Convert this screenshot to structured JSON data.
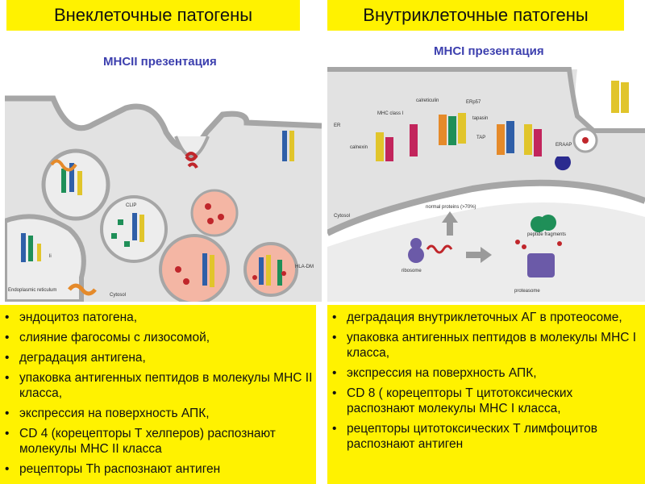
{
  "headers": {
    "left": "Внеклеточные патогены",
    "right": "Внутриклеточные патогены"
  },
  "left_figure": {
    "title": "MHCII презентация",
    "labels": {
      "clip": "CLIP",
      "li": "li",
      "hla_dm": "HLA-DM",
      "er": "Endoplasmic reticulum",
      "cytosol": "Cytosol"
    }
  },
  "right_figure": {
    "title": "MHCI презентация",
    "labels": {
      "er": "ER",
      "mhc": "MHC class I",
      "calreticulin": "calreticulin",
      "erp57": "ERp57",
      "calnexin": "calnexin",
      "tapasin": "tapasin",
      "tap": "TAP",
      "eraap": "ERAAP",
      "cytosol": "Cytosol",
      "normal_proteins": "normal proteins (>70%)",
      "peptide_fragments": "peptide fragments",
      "ribosome": "ribosome",
      "proteasome": "proteasome"
    }
  },
  "left_bullets": [
    "эндоцитоз патогена,",
    "слияние фагосомы  с лизосомой,",
    "деградация антигена,",
    "упаковка антигенных пептидов в молекулы МНС II класса,",
    "экспрессия на поверхность АПК,",
    "CD 4 (корецепторы Т хелперов) распознают молекулы МНС II класса",
    "рецепторы Th распознают антиген"
  ],
  "right_bullets": [
    "деградация внутриклеточных АГ в протеосоме,",
    "упаковка антигенных пептидов в молекулы МНС I класса,",
    "экспрессия на поверхность АПК,",
    "CD 8 ( корецепторы Т цитотоксических распознают молекулы МНС I класса,",
    "рецепторы цитотоксических Т лимфоцитов распознают антиген"
  ],
  "colors": {
    "header_bg": "#fff200",
    "title_text": "#3c3fae",
    "membrane": "#b9b9b9",
    "lysosome": "#f4b6a4",
    "pathogen": "#c0262b"
  }
}
